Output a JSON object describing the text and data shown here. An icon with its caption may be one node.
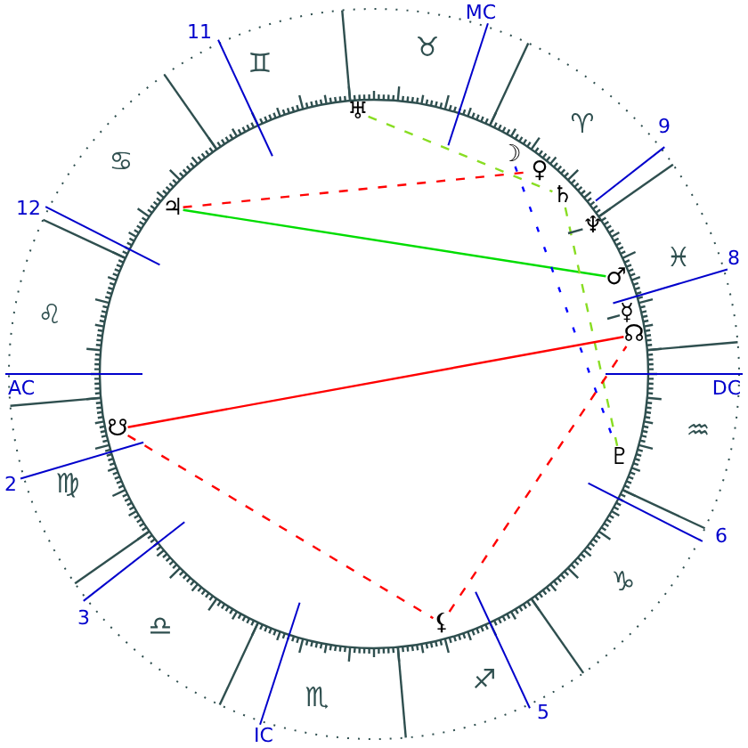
{
  "diagram": {
    "nodes": [
      {
        "text": [
          "♅"
        ]
      },
      {
        "text": [
          "♃"
        ]
      },
      {
        "text": [
          "☽"
        ]
      },
      {
        "text": [
          "♀"
        ]
      },
      {
        "text": [
          "♄"
        ]
      },
      {
        "text": [
          "♆"
        ]
      },
      {
        "text": [
          "♂"
        ]
      },
      {
        "text": [
          "☿"
        ]
      },
      {
        "text": [
          "☊"
        ]
      },
      {
        "text": [
          "☋"
        ]
      },
      {
        "text": [
          "♇"
        ]
      },
      {
        "text": [
          "⚸"
        ]
      }
    ],
    "edges": [
      {
        "from": 1,
        "to": 6,
        "arrow": "none",
        "color": "#00dd00"
      },
      {
        "from": 1,
        "to": 3,
        "arrow": "none",
        "style": "dashed"
      },
      {
        "from": 0,
        "to": 4,
        "arrow": "none",
        "style": "dashed",
        "color": "#88dd22"
      },
      {
        "from": 4,
        "to": 10,
        "arrow": "none",
        "style": "dashed",
        "color": "#88dd22"
      },
      {
        "from": 2,
        "to": 10,
        "arrow": "none",
        "style": "dashed",
        "color": "#0000ff"
      },
      {
        "from": 8,
        "to": 9,
        "arrow": "none"
      },
      {
        "from": 9,
        "to": 11,
        "arrow": "none",
        "style": "dashed"
      },
      {
        "from": 11,
        "to": 8,
        "arrow": "none",
        "style": "dashed"
      },
      {
        "from": 5,
        "to": null,
        "arrow": "none",
        "color": "#2f4f4f"
      },
      {
        "from": 7,
        "to": null,
        "arrow": "none",
        "color": "#2f4f4f"
      }
    ],
    "labels": [
      "MC",
      "11",
      "♉",
      "♊",
      "♈",
      "9",
      "♋",
      "12",
      "♓",
      "8",
      "♌",
      "AC",
      "DC",
      "♒",
      "2",
      "♍",
      "6",
      "♑",
      "3",
      "♎",
      "♐",
      "♏",
      "5",
      "IC"
    ]
  }
}
